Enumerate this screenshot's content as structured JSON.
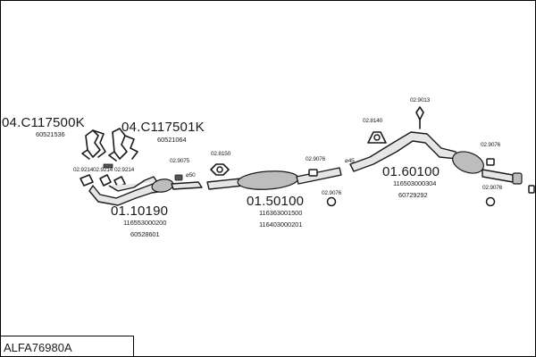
{
  "diagram": {
    "title": "ALFA76980A",
    "parts": {
      "manifold_left": {
        "code": "04.C117500K",
        "ref": "60521536"
      },
      "manifold_right": {
        "code": "04.C117501K",
        "ref": "60521064"
      },
      "front_pipe": {
        "code": "01.10190",
        "ref1": "116553000200",
        "ref2": "60528601"
      },
      "middle_silencer": {
        "code": "01.50100",
        "ref1": "116363001500",
        "ref2": "116403000201"
      },
      "rear_silencer": {
        "code": "01.60100",
        "ref1": "116503000304",
        "ref2": "60729292"
      }
    },
    "fittings": {
      "f_92214_a": "02.9214",
      "f_92214_b": "02.9214",
      "f_92214_c": "02.9214",
      "f_9075": "02.9075",
      "f_8150": "02.8150",
      "f_9076_a": "02.9076",
      "f_9076_b": "02.9076",
      "f_8140": "02.8140",
      "f_9013": "02.9013",
      "f_9076_c": "02.9076",
      "f_9076_d": "02.9076"
    },
    "diameters": {
      "d50": "⌀50",
      "d45": "⌀45"
    }
  }
}
